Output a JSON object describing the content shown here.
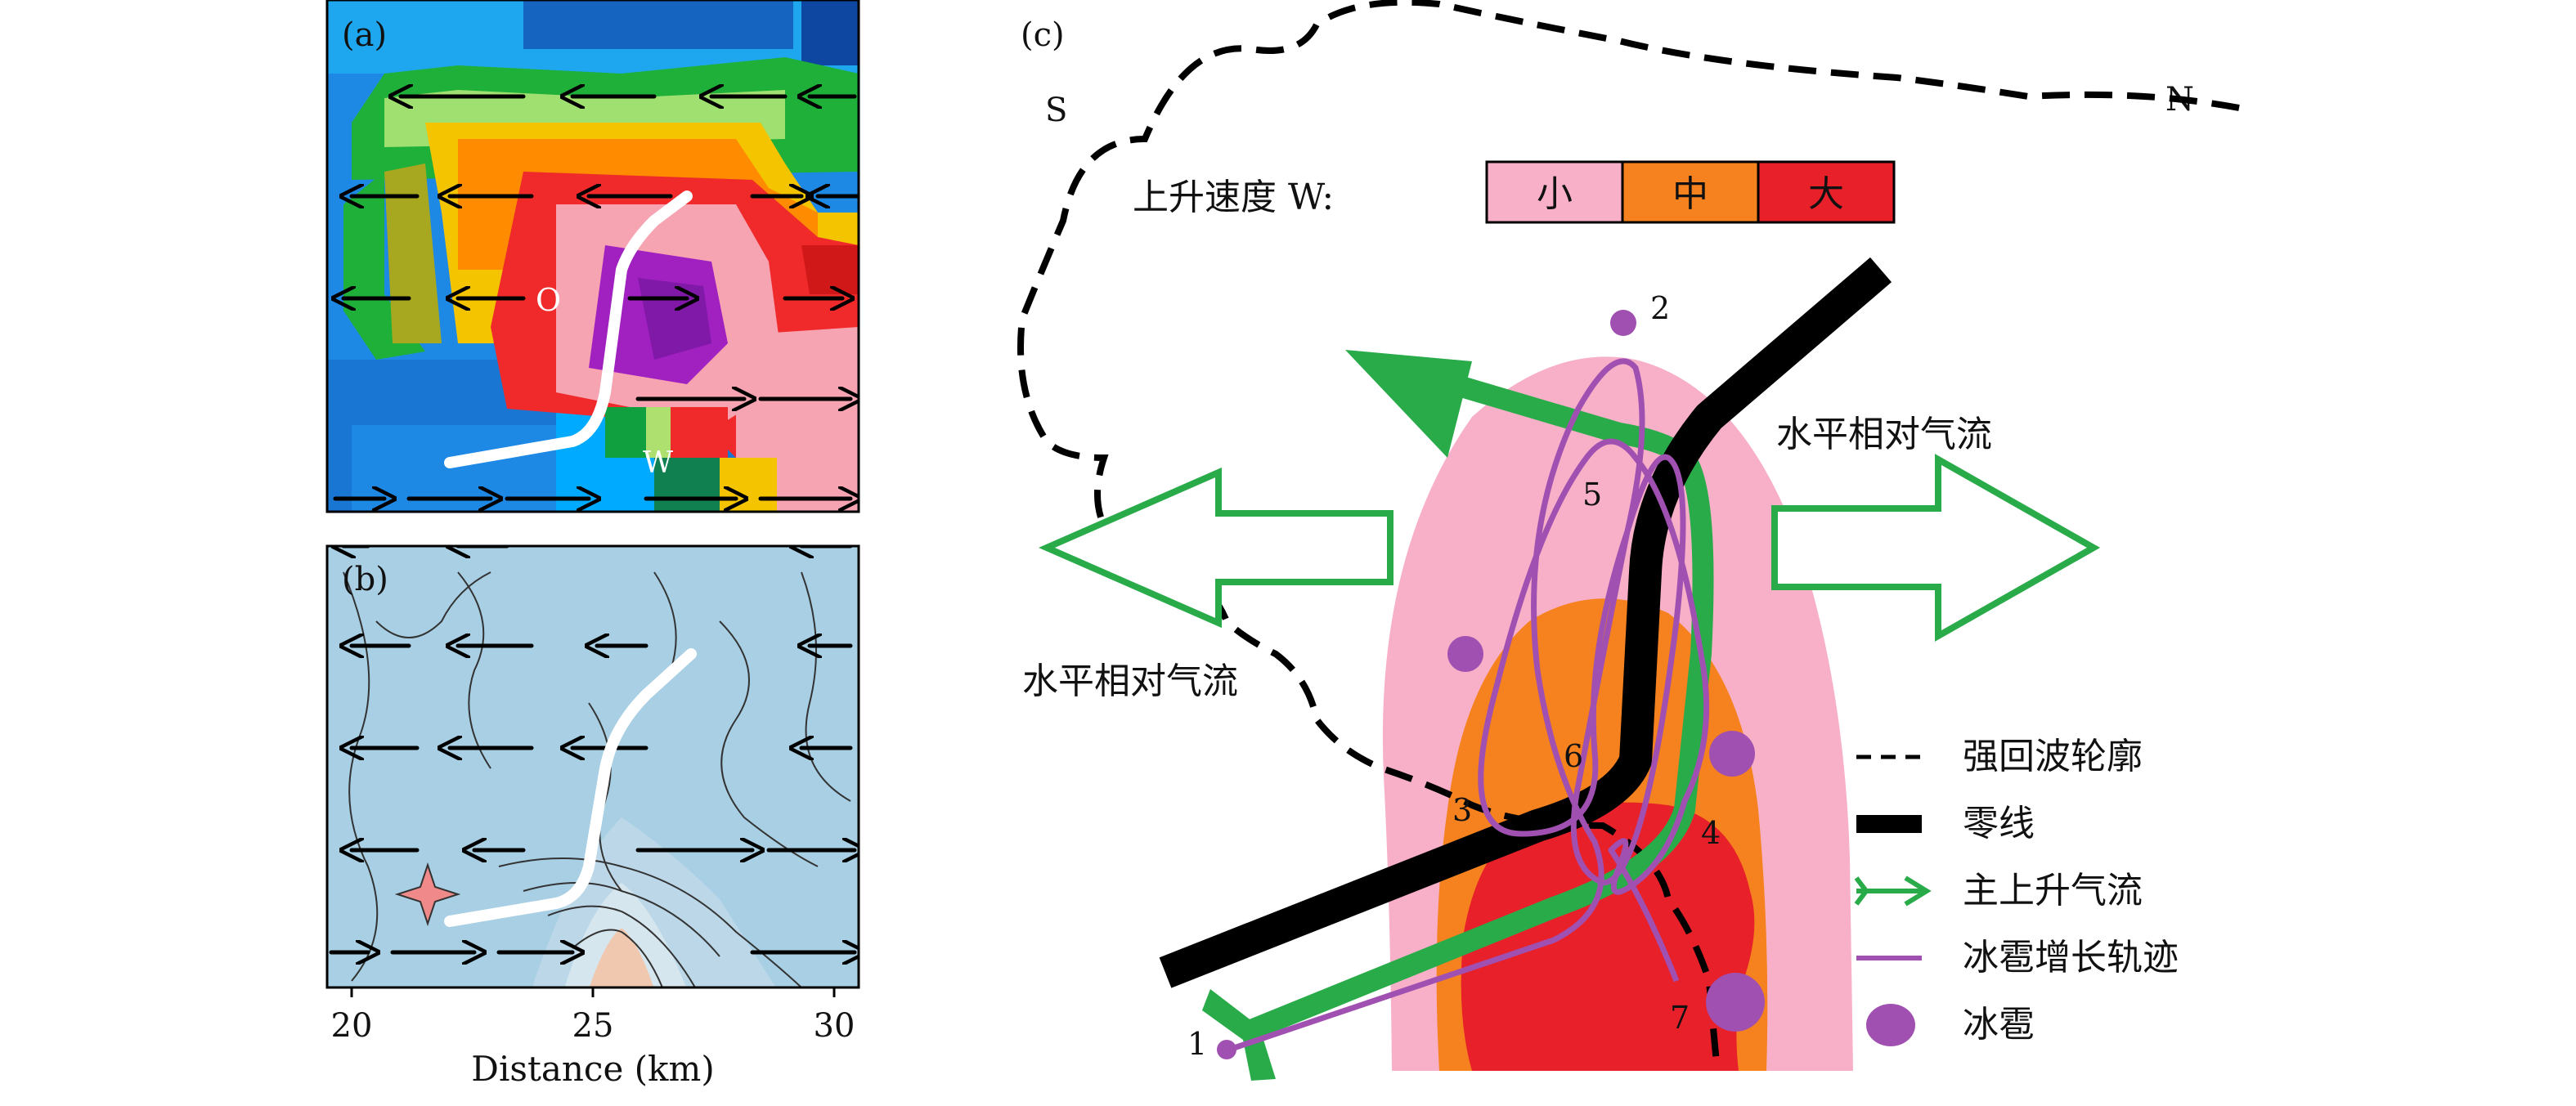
{
  "panel_a": {
    "label": "(a)",
    "marker_o": "O",
    "marker_w": "W"
  },
  "panel_b": {
    "label": "(b)",
    "x_ticks": [
      "20",
      "25",
      "30"
    ],
    "x_label": "Distance (km)"
  },
  "panel_c": {
    "label": "(c)",
    "south": "S",
    "north": "N",
    "w_title": "上升速度 W:",
    "w_levels": [
      {
        "text": "小",
        "color": "#f7b0c8"
      },
      {
        "text": "中",
        "color": "#f5821f"
      },
      {
        "text": "大",
        "color": "#e8202a"
      }
    ],
    "flow_label_left": "水平相对气流",
    "flow_label_right": "水平相对气流",
    "point_labels": [
      "1",
      "2",
      "3",
      "4",
      "5",
      "6",
      "7"
    ],
    "legend": [
      {
        "text": "强回波轮廓",
        "icon": "dashed-line-icon"
      },
      {
        "text": "零线",
        "icon": "thick-black-line-icon"
      },
      {
        "text": "主上升气流",
        "icon": "green-arrow-icon"
      },
      {
        "text": "冰雹增长轨迹",
        "icon": "purple-line-icon"
      },
      {
        "text": "冰雹",
        "icon": "purple-dot-icon"
      }
    ],
    "colors": {
      "zero_line": "#000000",
      "updraft": "#2aab4a",
      "hail": "#a050b0",
      "pink": "#f7b0c8",
      "orange": "#f5821f",
      "red": "#e8202a"
    }
  }
}
